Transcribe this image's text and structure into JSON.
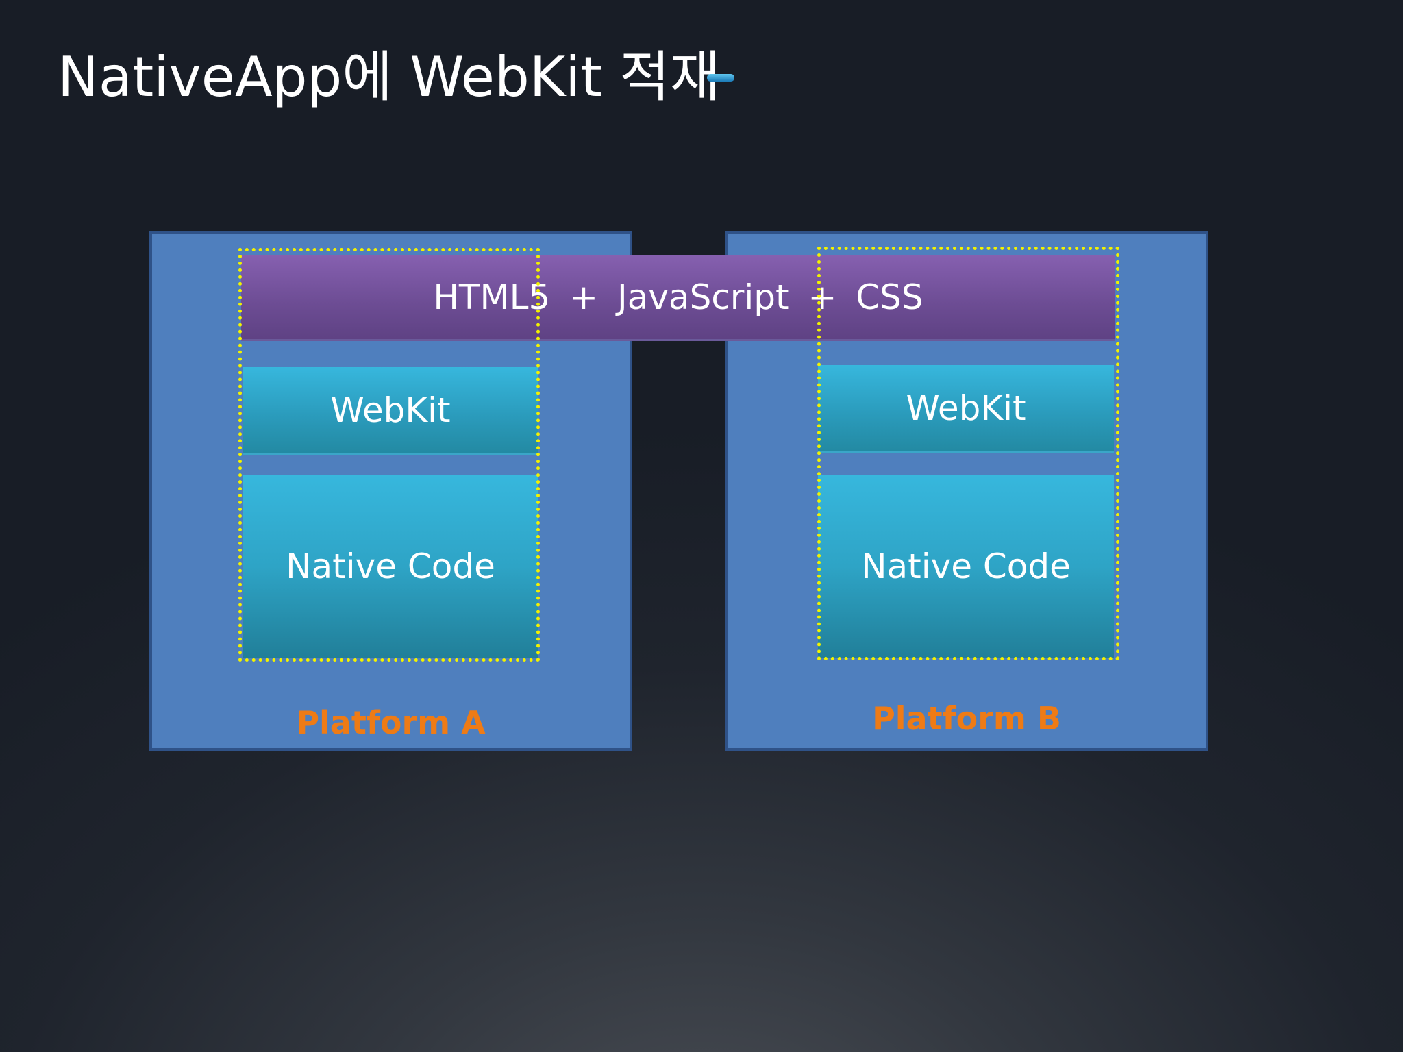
{
  "slide": {
    "title": "NativeApp에 WebKit 적재",
    "colors": {
      "background": "#1f242d",
      "platform_box": "#4f7fbe",
      "html_layer": "#7a57a4",
      "webkit_layer": "#31a9ce",
      "native_layer": "#2ea4c6",
      "platform_label": "#ee7b16",
      "selection_outline": "#f2f200"
    }
  },
  "diagram": {
    "shared_layer": "HTML5 + JavaScript + CSS",
    "platforms": [
      {
        "label": "Platform A",
        "webkit": "WebKit",
        "native": "Native Code"
      },
      {
        "label": "Platform B",
        "webkit": "WebKit",
        "native": "Native Code"
      }
    ]
  }
}
